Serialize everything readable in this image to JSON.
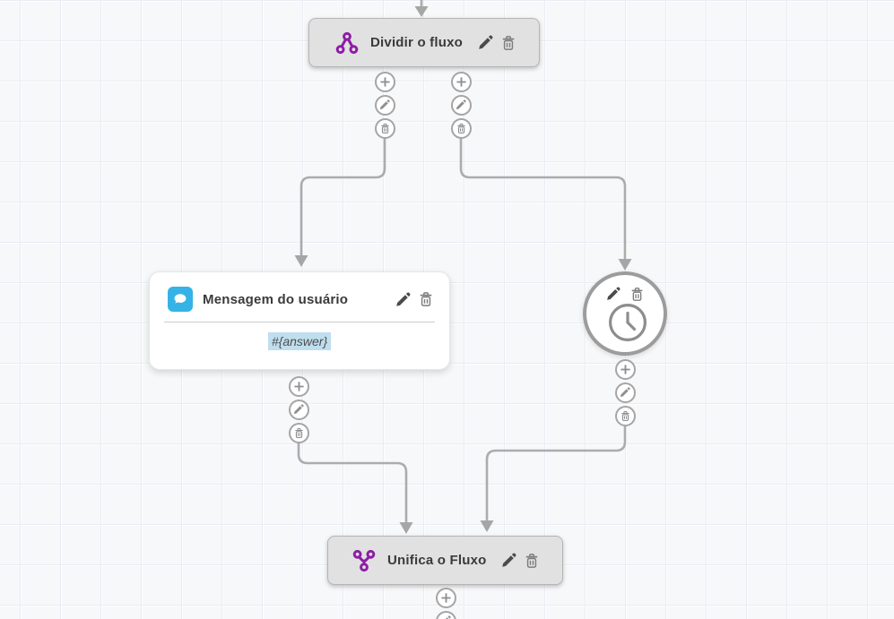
{
  "nodes": {
    "split": {
      "label": "Dividir o fluxo",
      "icon": "split-flow-icon"
    },
    "user_message": {
      "title": "Mensagem do usuário",
      "body": "#{answer}",
      "icon": "chat-bubble-icon"
    },
    "timer": {
      "icon": "clock-icon"
    },
    "merge": {
      "label": "Unifica o Fluxo",
      "icon": "merge-flow-icon"
    }
  },
  "node_actions": {
    "edit": "pencil-icon",
    "delete": "trash-icon"
  },
  "connector_actions": {
    "add": "plus-icon",
    "edit": "pencil-icon",
    "delete": "trash-icon"
  },
  "colors": {
    "accent_purple": "#8E1CA6",
    "accent_blue": "#35B3E6",
    "highlight_blue": "#BFDEEE",
    "node_gray": "#E1E1E1",
    "node_border_gray": "#B5B5B5",
    "wire_gray": "#ACACAC",
    "icon_dark_gray": "#4B4B4B",
    "icon_gray": "#8F8F8F",
    "canvas_background": "#F7F8F9",
    "grid_line": "#E9ECF4"
  }
}
